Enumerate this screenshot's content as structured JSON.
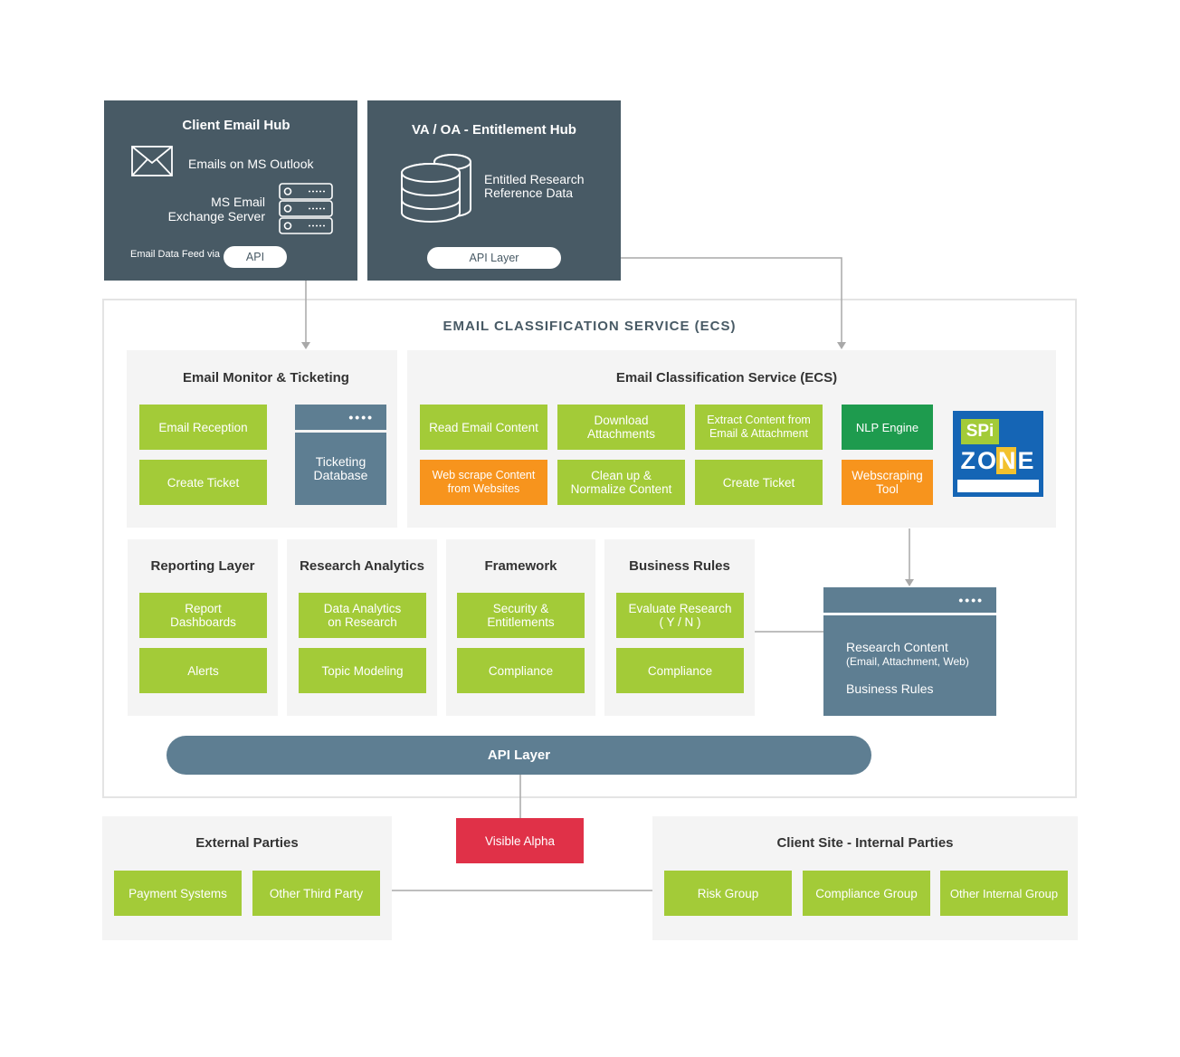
{
  "client_hub": {
    "title": "Client Email Hub",
    "outlook_label": "Emails on MS Outlook",
    "exchange_label": "MS Email\nExchange Server",
    "feed_label": "Email Data Feed via",
    "api_pill": "API"
  },
  "entitlement_hub": {
    "title": "VA / OA - Entitlement Hub",
    "data_label": "Entitled Research\nReference Data",
    "api_pill": "API Layer"
  },
  "ecs_section_title": "EMAIL CLASSIFICATION SERVICE (ECS)",
  "monitor": {
    "title": "Email Monitor & Ticketing",
    "email_reception": "Email Reception",
    "create_ticket": "Create Ticket",
    "db_dots": "••••",
    "db_label": "Ticketing\nDatabase"
  },
  "ecs": {
    "title": "Email Classification Service (ECS)",
    "read_email": "Read Email Content",
    "download_attachments": "Download\nAttachments",
    "extract_content": "Extract Content from\nEmail & Attachment",
    "nlp_engine": "NLP Engine",
    "web_scrape": "Web scrape Content\nfrom Websites",
    "clean_up": "Clean up &\nNormalize Content",
    "create_ticket": "Create Ticket",
    "webscraping_tool": "Webscraping\nTool",
    "logo_spi": "SPi",
    "logo_zone": "ZONE"
  },
  "reporting": {
    "title": "Reporting Layer",
    "item1": "Report\nDashboards",
    "item2": "Alerts"
  },
  "analytics": {
    "title": "Research Analytics",
    "item1": "Data Analytics\non Research",
    "item2": "Topic Modeling"
  },
  "framework": {
    "title": "Framework",
    "item1": "Security &\nEntitlements",
    "item2": "Compliance"
  },
  "business_rules": {
    "title": "Business Rules",
    "item1": "Evaluate Research\n( Y / N )",
    "item2": "Compliance"
  },
  "research_db": {
    "dots": "••••",
    "content_label": "Research Content",
    "content_sub": "(Email, Attachment, Web)",
    "rules_label": "Business Rules"
  },
  "api_layer": "API Layer",
  "visible_alpha": "Visible Alpha",
  "external": {
    "title": "External Parties",
    "item1": "Payment Systems",
    "item2": "Other Third Party"
  },
  "internal": {
    "title": "Client Site - Internal Parties",
    "item1": "Risk Group",
    "item2": "Compliance Group",
    "item3": "Other Internal Group"
  },
  "colors": {
    "hub": "#485a65",
    "green": "#a3cb38",
    "orange": "#f7941d",
    "nlp": "#1e9b4e",
    "slate": "#5e7e92",
    "red": "#e03148",
    "logo_blue": "#1565b5"
  }
}
